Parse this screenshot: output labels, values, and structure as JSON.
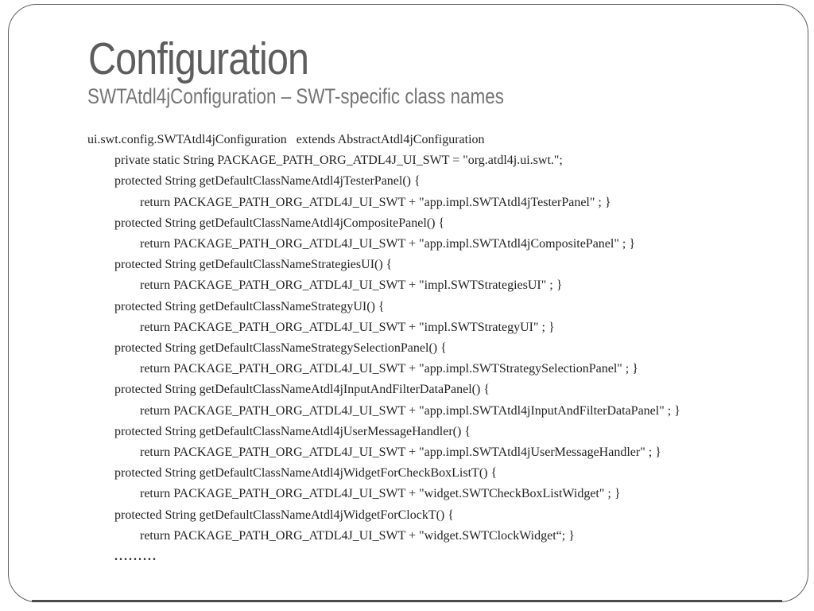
{
  "slide": {
    "title": "Configuration",
    "subtitle": "SWTAtdl4jConfiguration – SWT-specific class names"
  },
  "colors": {
    "title_text": "#5d5d5d",
    "subtitle_text": "#757575",
    "body_text": "#222222",
    "frame_border": "#5e5e5e",
    "background": "#ffffff"
  },
  "code": {
    "lines": [
      {
        "indent": 0,
        "bold": false,
        "text": "ui.swt.config.SWTAtdl4jConfiguration   extends AbstractAtdl4jConfiguration"
      },
      {
        "indent": 1,
        "bold": false,
        "text": "private static String PACKAGE_PATH_ORG_ATDL4J_UI_SWT = \"org.atdl4j.ui.swt.\";"
      },
      {
        "indent": 1,
        "bold": false,
        "text": "protected String getDefaultClassNameAtdl4jTesterPanel() {"
      },
      {
        "indent": 2,
        "bold": false,
        "text": "return PACKAGE_PATH_ORG_ATDL4J_UI_SWT + \"app.impl.SWTAtdl4jTesterPanel\" ; }"
      },
      {
        "indent": 1,
        "bold": false,
        "text": "protected String getDefaultClassNameAtdl4jCompositePanel() {"
      },
      {
        "indent": 2,
        "bold": false,
        "text": "return PACKAGE_PATH_ORG_ATDL4J_UI_SWT + \"app.impl.SWTAtdl4jCompositePanel\" ; }"
      },
      {
        "indent": 1,
        "bold": false,
        "text": "protected String getDefaultClassNameStrategiesUI() {"
      },
      {
        "indent": 2,
        "bold": false,
        "text": "return PACKAGE_PATH_ORG_ATDL4J_UI_SWT + \"impl.SWTStrategiesUI\" ; }"
      },
      {
        "indent": 1,
        "bold": false,
        "text": "protected String getDefaultClassNameStrategyUI() {"
      },
      {
        "indent": 2,
        "bold": false,
        "text": "return PACKAGE_PATH_ORG_ATDL4J_UI_SWT + \"impl.SWTStrategyUI\" ; }"
      },
      {
        "indent": 1,
        "bold": false,
        "text": "protected String getDefaultClassNameStrategySelectionPanel() {"
      },
      {
        "indent": 2,
        "bold": false,
        "text": "return PACKAGE_PATH_ORG_ATDL4J_UI_SWT + \"app.impl.SWTStrategySelectionPanel\" ; }"
      },
      {
        "indent": 1,
        "bold": false,
        "text": "protected String getDefaultClassNameAtdl4jInputAndFilterDataPanel() {"
      },
      {
        "indent": 2,
        "bold": false,
        "text": "return PACKAGE_PATH_ORG_ATDL4J_UI_SWT + \"app.impl.SWTAtdl4jInputAndFilterDataPanel\" ; }"
      },
      {
        "indent": 1,
        "bold": false,
        "text": "protected String getDefaultClassNameAtdl4jUserMessageHandler() {"
      },
      {
        "indent": 2,
        "bold": false,
        "text": "return PACKAGE_PATH_ORG_ATDL4J_UI_SWT + \"app.impl.SWTAtdl4jUserMessageHandler\" ; }"
      },
      {
        "indent": 1,
        "bold": false,
        "text": "protected String getDefaultClassNameAtdl4jWidgetForCheckBoxListT() {"
      },
      {
        "indent": 2,
        "bold": false,
        "text": "return PACKAGE_PATH_ORG_ATDL4J_UI_SWT + \"widget.SWTCheckBoxListWidget\" ; }"
      },
      {
        "indent": 1,
        "bold": false,
        "text": "protected String getDefaultClassNameAtdl4jWidgetForClockT() {"
      },
      {
        "indent": 2,
        "bold": false,
        "text": "return PACKAGE_PATH_ORG_ATDL4J_UI_SWT + \"widget.SWTClockWidget“; }"
      },
      {
        "indent": 1,
        "bold": true,
        "text": "........."
      }
    ]
  }
}
